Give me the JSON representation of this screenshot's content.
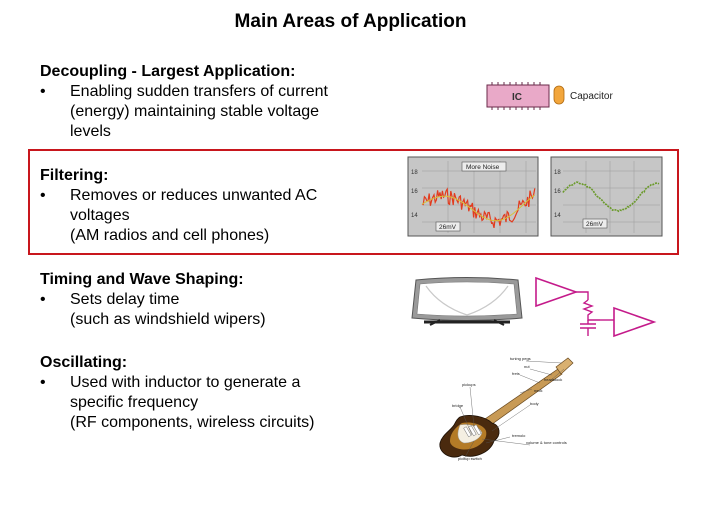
{
  "title": "Main Areas of Application",
  "bullet_glyph": "•",
  "sections": [
    {
      "heading": "Decoupling - Largest Application:",
      "lines": [
        "Enabling sudden transfers of current",
        "(energy) maintaining stable voltage",
        "levels"
      ]
    },
    {
      "heading": "Filtering:",
      "lines": [
        "Removes or reduces unwanted AC",
        "voltages",
        "(AM radios and cell phones)"
      ]
    },
    {
      "heading": "Timing and Wave Shaping:",
      "lines": [
        "Sets delay time",
        "(such as windshield wipers)"
      ]
    },
    {
      "heading": "Oscillating:",
      "lines": [
        "Used with inductor to generate a",
        "specific frequency",
        "(RF components, wireless circuits)"
      ]
    }
  ],
  "decoupling_figure": {
    "ic_label": "IC",
    "capacitor_label": "Capacitor"
  },
  "filter_figure": {
    "noisy_label": "More Noise",
    "scale_left": "26mV",
    "scale_right": "26mV",
    "y_ticks": [
      "18",
      "16",
      "14"
    ],
    "y_ticks_right": [
      "18",
      "16",
      "14"
    ]
  },
  "guitar_labels": [
    "tuning pegs",
    "nut",
    "frets",
    "headstock",
    "pickups",
    "neck",
    "bridge",
    "body",
    "tremolo",
    "volume & tone controls",
    "pickup switch"
  ],
  "colors": {
    "highlight": "#c8161d",
    "ic_pink": "#e9a9c8",
    "capacitor": "#f2a63c",
    "circuit": "#c41a8a",
    "signal": "#e23b1e",
    "clean_signal": "#6a9a2a"
  }
}
